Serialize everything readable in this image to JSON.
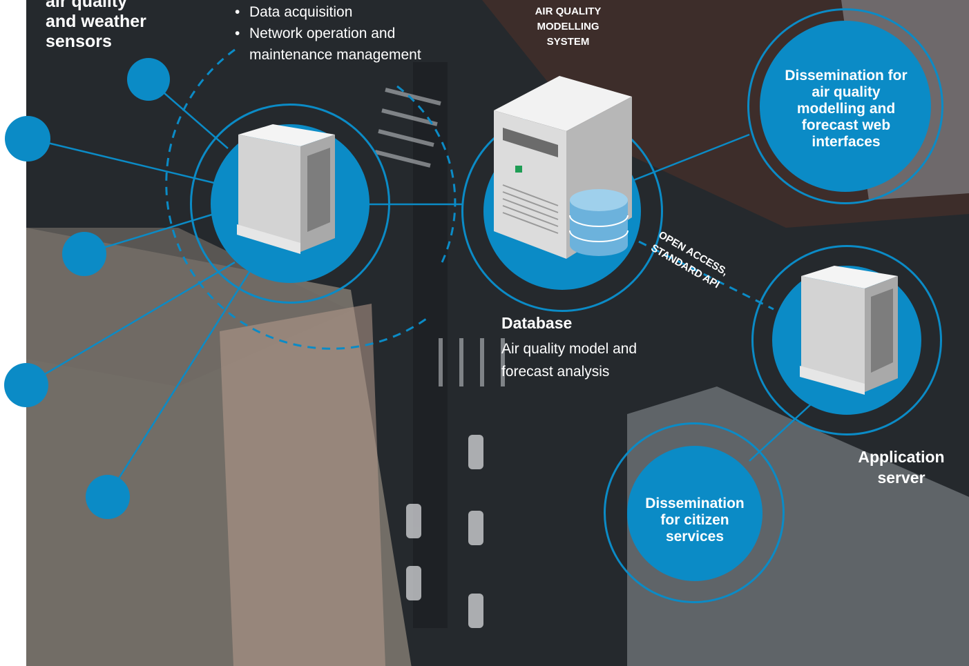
{
  "sensors_title": "air quality\nand weather\nsensors",
  "bullets": [
    "Data acquisition",
    "Network operation and maintenance management"
  ],
  "system_title": "AIR QUALITY\nMODELLING\nSYSTEM",
  "dissemination_web": "Dissemination for air quality modelling and forecast web interfaces",
  "api_label": "OPEN ACCESS,\nSTANDARD API",
  "database": {
    "title": "Database",
    "subtitle": "Air quality model and forecast analysis"
  },
  "application_server": "Application\nserver",
  "dissemination_citizen": "Dissemination for citizen services",
  "colors": {
    "accent": "#0b8bc6",
    "text": "#ffffff"
  }
}
